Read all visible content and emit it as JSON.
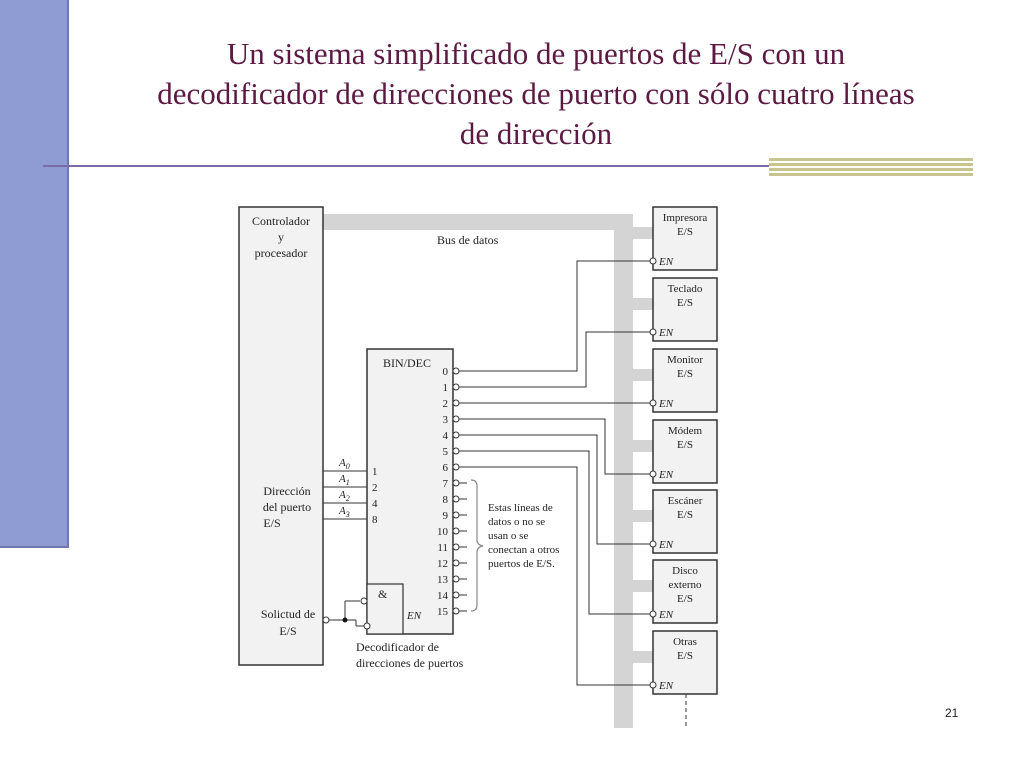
{
  "slide": {
    "title_lines": [
      "Un sistema simplificado de puertos de E/S con un",
      "decodificador de direcciones de puerto con sólo cuatro líneas",
      "de dirección"
    ],
    "page_number": "21"
  },
  "diagram": {
    "processor": {
      "label_lines": [
        "Controlador",
        "y",
        "procesador"
      ],
      "address_label_lines": [
        "Dirección",
        "del puerto",
        "E/S"
      ],
      "request_label_lines": [
        "Solictud de",
        "E/S"
      ]
    },
    "data_bus_label": "Bus de datos",
    "decoder": {
      "header": "BIN/DEC",
      "and_symbol": "&",
      "enable_label": "EN",
      "caption_lines": [
        "Decodificador de",
        "direcciones de puertos"
      ],
      "address_lines": [
        {
          "name": "A",
          "sub": "0",
          "weight": "1"
        },
        {
          "name": "A",
          "sub": "1",
          "weight": "2"
        },
        {
          "name": "A",
          "sub": "2",
          "weight": "4"
        },
        {
          "name": "A",
          "sub": "3",
          "weight": "8"
        }
      ],
      "outputs": [
        "0",
        "1",
        "2",
        "3",
        "4",
        "5",
        "6",
        "7",
        "8",
        "9",
        "10",
        "11",
        "12",
        "13",
        "14",
        "15"
      ]
    },
    "unused_note_lines": [
      "Estas líneas de",
      "datos o no se",
      "usan o se",
      "conectan a otros",
      "puertos de E/S."
    ],
    "devices": [
      {
        "label_lines": [
          "Impresora",
          "E/S"
        ],
        "enable": "EN"
      },
      {
        "label_lines": [
          "Teclado",
          "E/S"
        ],
        "enable": "EN"
      },
      {
        "label_lines": [
          "Monitor",
          "E/S"
        ],
        "enable": "EN"
      },
      {
        "label_lines": [
          "Módem",
          "E/S"
        ],
        "enable": "EN"
      },
      {
        "label_lines": [
          "Escáner",
          "E/S"
        ],
        "enable": "EN"
      },
      {
        "label_lines": [
          "Disco",
          "externo",
          "E/S"
        ],
        "enable": "EN"
      },
      {
        "label_lines": [
          "Otras",
          "E/S"
        ],
        "enable": "EN"
      }
    ]
  }
}
